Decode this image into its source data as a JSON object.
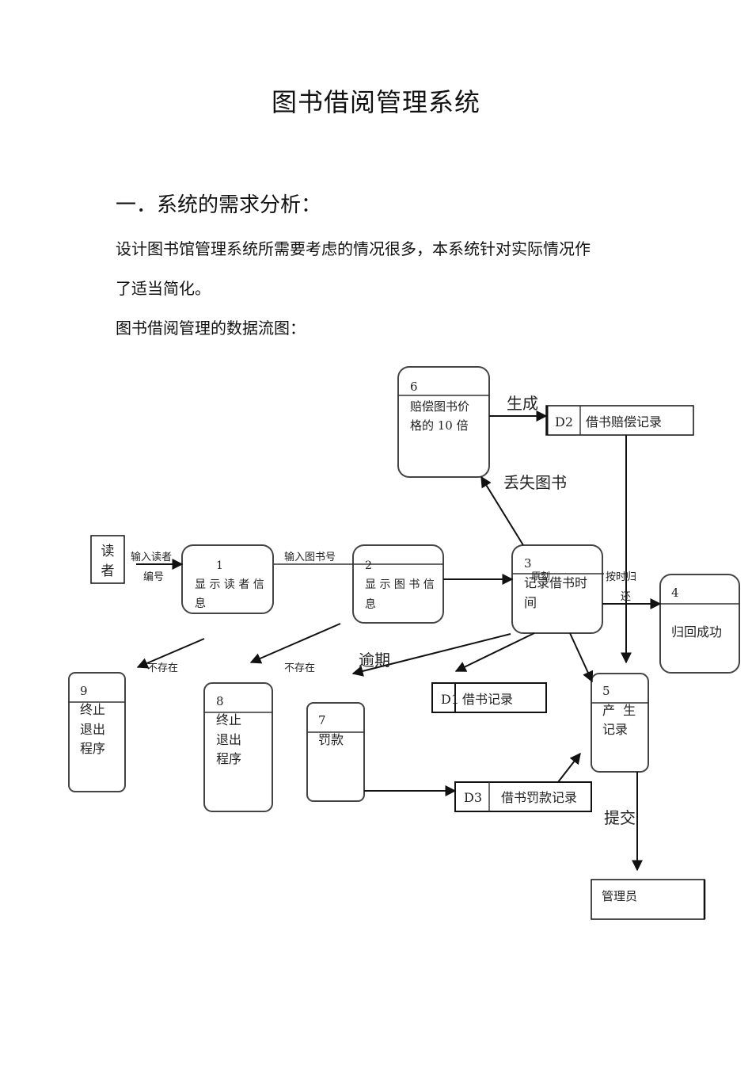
{
  "document": {
    "title": "图书借阅管理系统",
    "section_heading": "一．系统的需求分析：",
    "paragraph_line1": "设计图书馆管理系统所需要考虑的情况很多，本系统针对实际情况作",
    "paragraph_line2": "了适当简化。",
    "diagram_caption": "图书借阅管理的数据流图："
  },
  "diagram": {
    "entities": {
      "reader": [
        "读",
        "者"
      ],
      "admin": "管理员"
    },
    "processes": {
      "p1": {
        "id": "1",
        "lines": [
          "显 示 读 者 信",
          "息"
        ]
      },
      "p2": {
        "id": "2",
        "lines": [
          "显 示 图 书 信",
          "息"
        ]
      },
      "p3": {
        "id": "3",
        "lines": [
          "记录借书时",
          "间"
        ],
        "overlay": "原刻"
      },
      "p4": {
        "id": "4",
        "lines": [
          "归回成功"
        ]
      },
      "p5": {
        "id": "5",
        "lines": [
          "产  生",
          "记录"
        ]
      },
      "p6": {
        "id": "6",
        "lines": [
          "赔偿图书价",
          "格的 10 倍"
        ]
      },
      "p7": {
        "id": "7",
        "lines": [
          "罚款"
        ]
      },
      "p8": {
        "id": "8",
        "lines": [
          "终止",
          "退出",
          "程序"
        ]
      },
      "p9": {
        "id": "9",
        "lines": [
          "终止",
          "退出",
          "程序"
        ]
      }
    },
    "stores": {
      "d1": {
        "id": "D1",
        "name": "借书记录"
      },
      "d2": {
        "id": "D2",
        "name": "借书赔偿记录"
      },
      "d3": {
        "id": "D3",
        "name": "借书罚款记录"
      }
    },
    "flows": {
      "input_reader_no_1": "输入读者",
      "input_reader_no_2": "编号",
      "input_book_no": "输入图书号",
      "generate": "生成",
      "lost_book": "丢失图书",
      "return_on_time_1": "按时归",
      "return_on_time_2": "还",
      "not_exist_a": "不存在",
      "not_exist_b": "不存在",
      "overdue": "逾期",
      "submit": "提交"
    }
  }
}
